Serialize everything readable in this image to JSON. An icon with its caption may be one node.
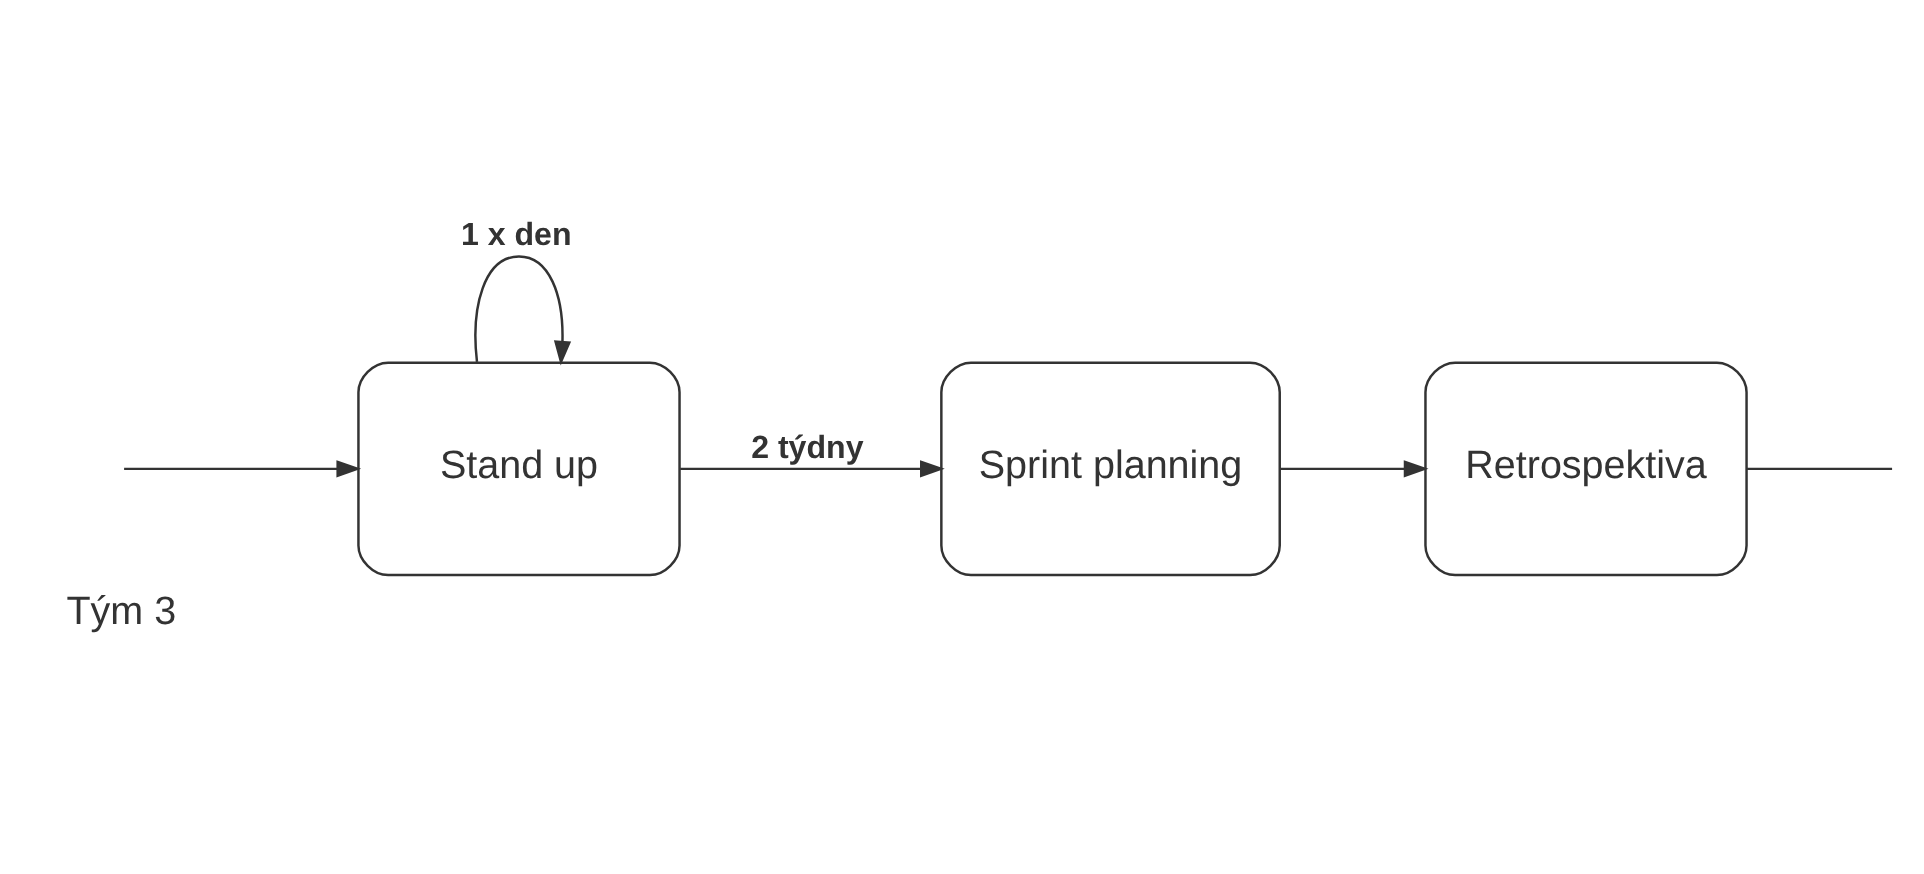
{
  "diagram": {
    "nodes": [
      {
        "text": [
          "Sprint planning"
        ]
      },
      {
        "text": [
          "Stand up"
        ]
      },
      {
        "text": [
          "Retrospektiva"
        ]
      }
    ],
    "edges": [
      {
        "from": 1,
        "to": 1,
        "label": "1 x den",
        "arrow": "to"
      },
      {
        "from": 1,
        "to": 0,
        "label": "2 týdny",
        "arrow": "to"
      },
      {
        "from": 0,
        "to": 2,
        "arrow": "to"
      },
      {
        "from": 2,
        "to": null,
        "arrow": "none"
      },
      {
        "from": null,
        "to": 1,
        "arrow": "to"
      }
    ],
    "labels": [
      "Tým 3"
    ]
  }
}
